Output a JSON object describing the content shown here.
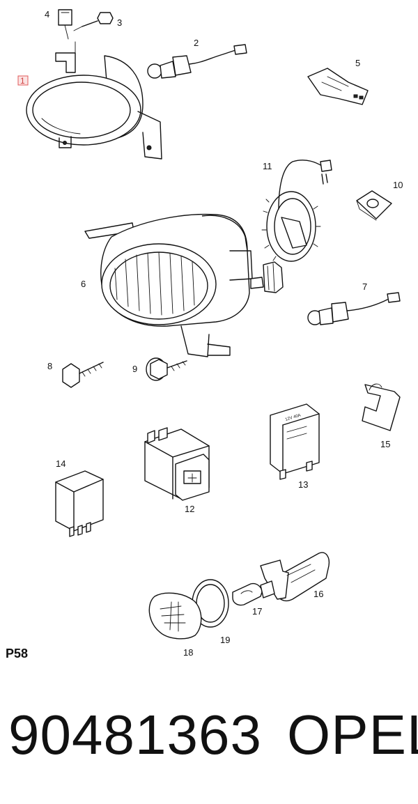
{
  "diagram": {
    "code": "P58",
    "callouts": [
      "1",
      "2",
      "3",
      "4",
      "5",
      "6",
      "7",
      "8",
      "9",
      "10",
      "11",
      "12",
      "13",
      "14",
      "15",
      "16",
      "17",
      "18",
      "19"
    ],
    "highlighted_callout": "1",
    "relay_label": "12V 40A"
  },
  "footer": {
    "part_number": "90481363",
    "brand": "OPEL"
  },
  "colors": {
    "line": "#111111",
    "highlight_border": "#e05858",
    "highlight_fill": "#fbe3e3"
  }
}
